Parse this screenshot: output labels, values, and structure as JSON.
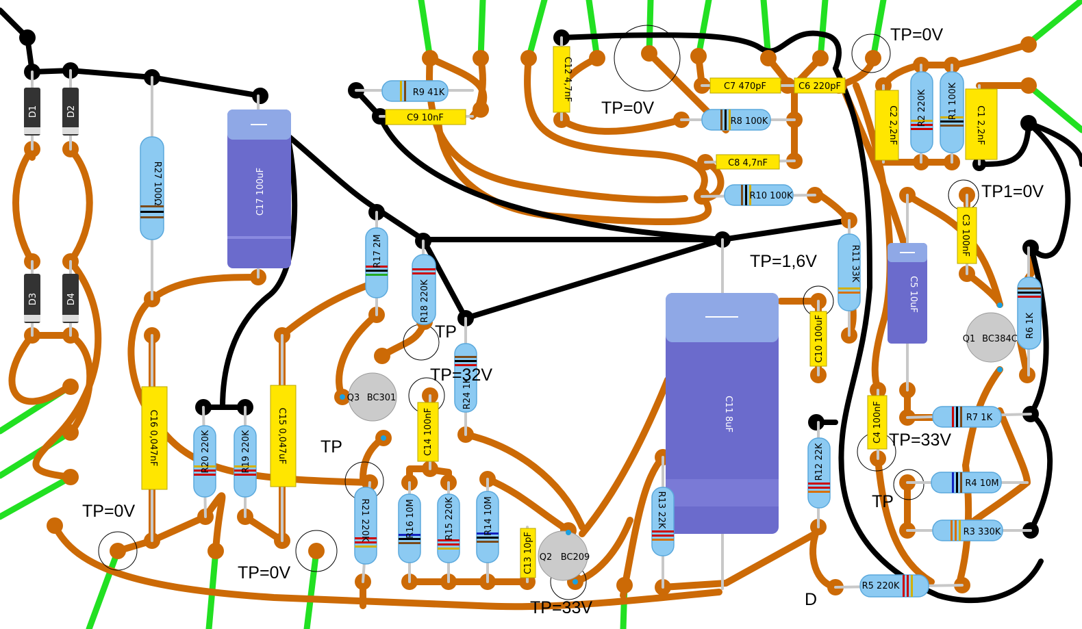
{
  "board": {
    "components": {
      "d1": "D1",
      "d2": "D2",
      "d3": "D3",
      "d4": "D4",
      "r27": "R27 100Ω",
      "c17": "C17 100uF",
      "r17": "R17 2M",
      "r18": "R18 220K",
      "r24": "R24 1K",
      "r9": "R9 41K",
      "c9": "C9 10nF",
      "c12": "C12 4,7nF",
      "c7": "C7 470pF",
      "c6": "C6 220pF",
      "r8": "R8 100K",
      "c8": "C8 4,7nF",
      "r10": "R10 100K",
      "r11": "R11 33K",
      "c10": "C10 100uF",
      "c11": "C11 8uF",
      "c2": "C2 2,2nF",
      "r2": "R2 220K",
      "r1": "R1 100K",
      "c1": "C1 2,2nF",
      "c3": "C3 100nF",
      "c5": "C5 10uF",
      "r6": "R6 1K",
      "q1": "Q1",
      "q1_type": "BC384C",
      "c4": "C4 100nF",
      "r7": "R7 1K",
      "r4": "R4 10M",
      "r3": "R3 330K",
      "r5": "R5 220K",
      "r12": "R12 22K",
      "r13": "R13 22K",
      "q3": "Q3",
      "q3_type": "BC301",
      "c14": "C14 100nF",
      "r21": "R21 220K",
      "r16": "R16 10M",
      "r15": "R15 220K",
      "r14": "R14 10M",
      "c13": "C13 10pF",
      "q2": "Q2",
      "q2_type": "BC209",
      "c16": "C16 0,047nF",
      "r20": "R20 220K",
      "r19": "R19 220K",
      "c15": "C15 0,047uF"
    },
    "test_points": {
      "tp_top_right": "TP=0V",
      "tp_c12": "TP=0V",
      "tp1": "TP1=0V",
      "tp_16": "TP=1,6V",
      "tp_r18": "TP",
      "tp_32": "TP=32V",
      "tp_q3": "TP",
      "tp_c4": "TP=33V",
      "tp_r4": "TP",
      "tp_left": "TP=0V",
      "tp_bottom": "TP=0V",
      "tp_33_bottom": "TP=33V",
      "d_label": "D"
    },
    "colors": {
      "trace": "#cc6a06",
      "wire": "#000000",
      "lead": "#22e022",
      "resistor": "#8ccaf2",
      "capacitor": "#ffe600",
      "electrolytic": "#6b6bcc",
      "electrolytic_top": "#8fa8e6",
      "transistor": "#cbcbcb",
      "diode": "#333333"
    }
  }
}
